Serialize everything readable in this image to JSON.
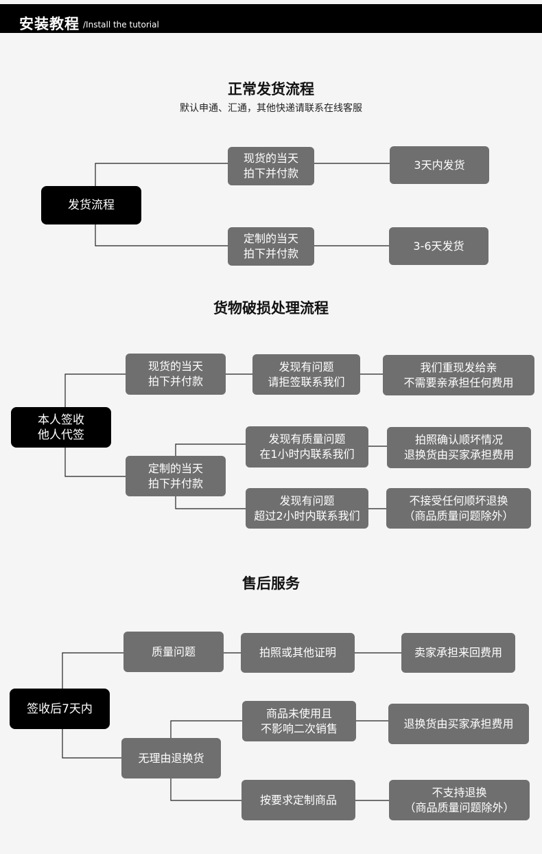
{
  "header": {
    "title": "安装教程",
    "subtitle": "/Install the tutorial"
  },
  "shipping": {
    "title": "正常发货流程",
    "subtitle": "默认申通、汇通，其他快递请联系在线客服",
    "root": "发货流程",
    "branches": [
      {
        "condition": [
          "现货的当天",
          "拍下并付款"
        ],
        "result": "3天内发货"
      },
      {
        "condition": [
          "定制的当天",
          "拍下并付款"
        ],
        "result": "3-6天发货"
      }
    ]
  },
  "damage": {
    "title": "货物破损处理流程",
    "root": [
      "本人签收",
      "他人代签"
    ],
    "stock": {
      "condition": [
        "现货的当天",
        "拍下并付款"
      ],
      "step": [
        "发现有问题",
        "请拒签联系我们"
      ],
      "result": [
        "我们重现发给亲",
        "不需要亲承担任何费用"
      ]
    },
    "custom": {
      "condition": [
        "定制的当天",
        "拍下并付款"
      ],
      "a_step": [
        "发现有质量问题",
        "在1小时内联系我们"
      ],
      "a_result": [
        "拍照确认顺坏情况",
        "退换货由买家承担费用"
      ],
      "b_step": [
        "发现有问题",
        "超过2小时内联系我们"
      ],
      "b_result": [
        "不接受任何顺坏退换",
        "（商品质量问题除外）"
      ]
    }
  },
  "aftersales": {
    "title": "售后服务",
    "root": "签收后7天内",
    "quality": {
      "label": "质量问题",
      "step": "拍照或其他证明",
      "result": "卖家承担来回费用"
    },
    "noreason": {
      "label": "无理由退换货",
      "a_step": [
        "商品未使用且",
        "不影响二次销售"
      ],
      "a_result": "退换货由买家承担费用",
      "b_step": "按要求定制商品",
      "b_result": [
        "不支持退换",
        "（商品质量问题除外）"
      ]
    }
  },
  "colors": {
    "header_bg": "#000000",
    "node_gray": "#6f6f6f",
    "node_black": "#000000",
    "connector": "#222222"
  }
}
